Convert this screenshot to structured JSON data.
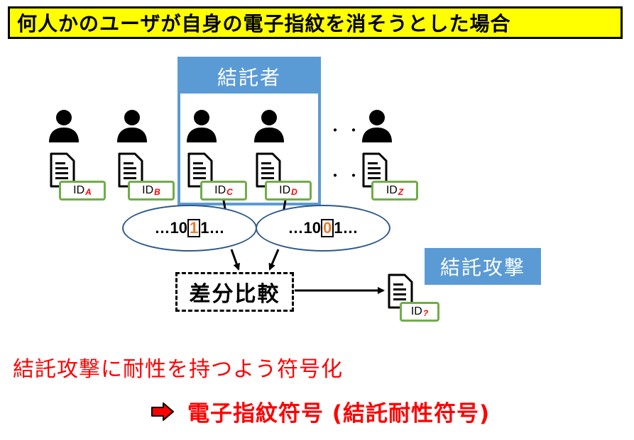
{
  "header": {
    "title": "何人かのユーザが自身の電子指紋を消そうとした場合"
  },
  "colluders": {
    "label": "結託者"
  },
  "users": [
    {
      "id_prefix": "ID",
      "id_suffix": "A"
    },
    {
      "id_prefix": "ID",
      "id_suffix": "B"
    },
    {
      "id_prefix": "ID",
      "id_suffix": "C"
    },
    {
      "id_prefix": "ID",
      "id_suffix": "D"
    },
    {
      "id_prefix": "ID",
      "id_suffix": "Z"
    }
  ],
  "ellipsis": "・・・",
  "bitstrings": [
    {
      "prefix": "…10",
      "bit": "1",
      "suffix": "1…"
    },
    {
      "prefix": "…10",
      "bit": "0",
      "suffix": "1…"
    }
  ],
  "compare": {
    "label": "差分比較"
  },
  "result": {
    "id_prefix": "ID",
    "id_suffix": "?"
  },
  "attack": {
    "label": "結託攻撃"
  },
  "conclusion": {
    "line1": "結託攻撃に耐性を持つよう符号化",
    "line2": "電子指紋符号 (結託耐性符号)"
  },
  "colors": {
    "accent_blue": "#5b9bd5",
    "tag_green": "#70ad47",
    "highlight_red": "#ff0000",
    "bit_orange": "#ed7d31",
    "title_yellow": "#ffff00"
  },
  "icons": {
    "person": "person-icon",
    "document": "document-icon",
    "arrow": "right-arrow-icon"
  }
}
